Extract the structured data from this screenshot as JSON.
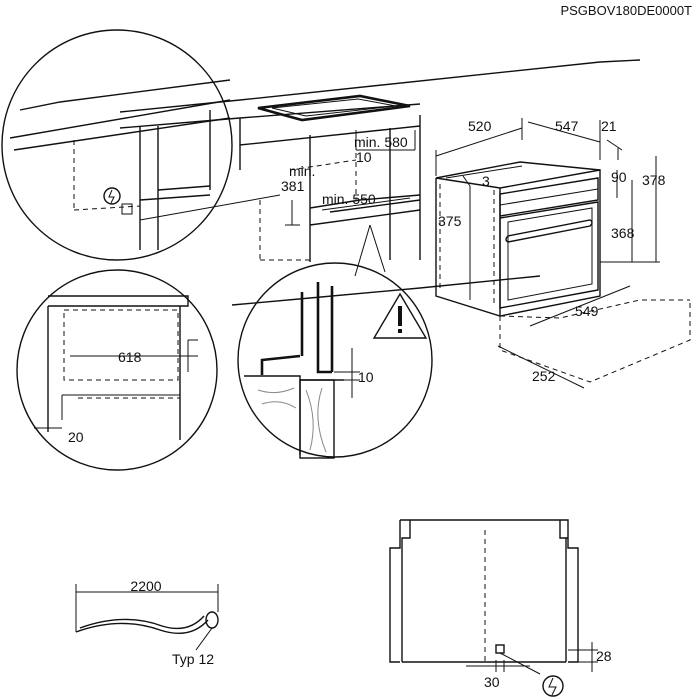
{
  "doc_code": "PSGBOV180DE0000T",
  "labels": {
    "min_580": "min. 580",
    "ten_a": "10",
    "min_label": "min.",
    "v381": "381",
    "min_550": "min. 550",
    "w520": "520",
    "w547": "547",
    "w21": "21",
    "h3": "3",
    "h375": "375",
    "h90": "90",
    "h378": "378",
    "h368": "368",
    "d549": "549",
    "d252": "252",
    "w618": "618",
    "w20": "20",
    "ten_b": "10",
    "cable_2200": "2200",
    "typ": "Typ 12",
    "h28": "28",
    "w30": "30"
  },
  "icons": [
    "electrical-socket-icon",
    "warning-triangle-icon"
  ]
}
